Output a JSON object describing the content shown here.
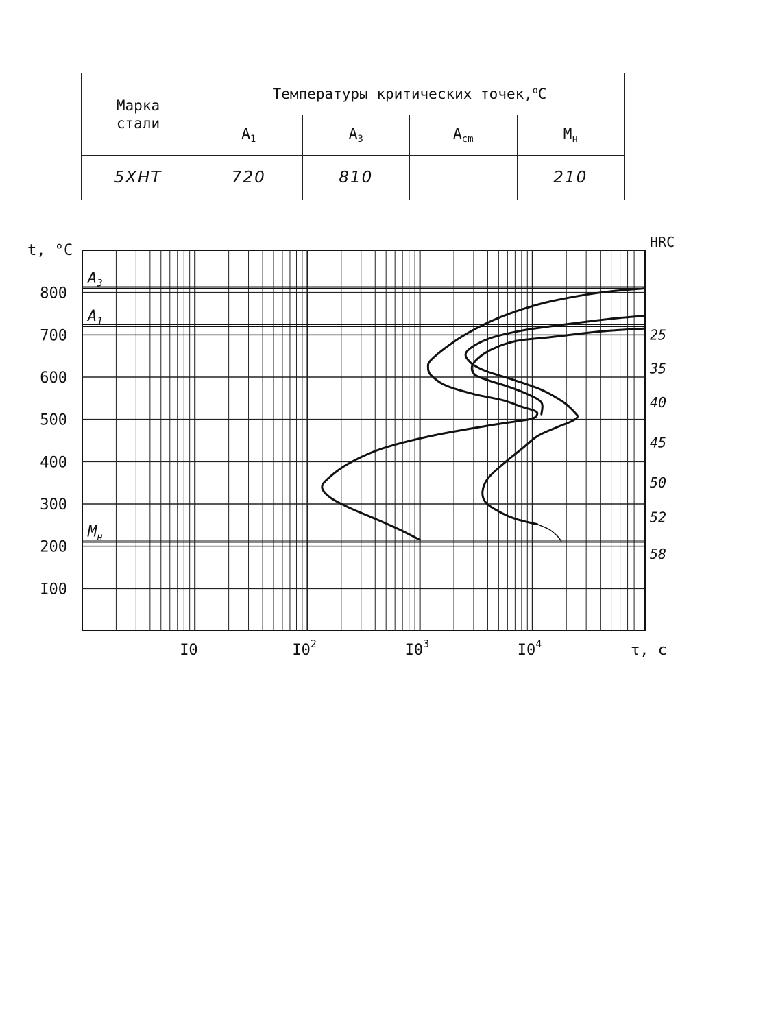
{
  "table": {
    "grade_header": "Марка стали",
    "crit_header": "Температуры критических точек,",
    "crit_unit": "С",
    "columns": [
      {
        "name": "A",
        "sub": "1"
      },
      {
        "name": "A",
        "sub": "3"
      },
      {
        "name": "A",
        "sub": "cm"
      },
      {
        "name": "M",
        "sub": "н"
      }
    ],
    "row": {
      "grade": "5XHT",
      "a1": "720",
      "a3": "810",
      "acm": "",
      "mn": "210"
    }
  },
  "chart_data": {
    "type": "line",
    "ylabel": "t, °C",
    "xlabel": "τ, c",
    "right_label": "HRC",
    "x_scale": "log",
    "xlim": [
      1,
      100000
    ],
    "ylim": [
      0,
      900
    ],
    "y_ticks": [
      {
        "v": 100,
        "label": "I00"
      },
      {
        "v": 200,
        "label": "200"
      },
      {
        "v": 300,
        "label": "300"
      },
      {
        "v": 400,
        "label": "400"
      },
      {
        "v": 500,
        "label": "500"
      },
      {
        "v": 600,
        "label": "600"
      },
      {
        "v": 700,
        "label": "700"
      },
      {
        "v": 800,
        "label": "800"
      }
    ],
    "x_ticks": [
      {
        "v": 10,
        "base": "I0",
        "exp": ""
      },
      {
        "v": 100,
        "base": "I0",
        "exp": "2"
      },
      {
        "v": 1000,
        "base": "I0",
        "exp": "3"
      },
      {
        "v": 10000,
        "base": "I0",
        "exp": "4"
      }
    ],
    "ref_lines": [
      {
        "name": "A",
        "sub": "3",
        "t": 810
      },
      {
        "name": "A",
        "sub": "1",
        "t": 720
      },
      {
        "name": "M",
        "sub": "н",
        "t": 210
      }
    ],
    "hrc_labels": [
      {
        "t": 700,
        "label": "25"
      },
      {
        "t": 620,
        "label": "35"
      },
      {
        "t": 540,
        "label": "40"
      },
      {
        "t": 445,
        "label": "45"
      },
      {
        "t": 350,
        "label": "50"
      },
      {
        "t": 268,
        "label": "52"
      },
      {
        "t": 182,
        "label": "58"
      }
    ],
    "series": [
      {
        "points": [
          [
            100000,
            810
          ],
          [
            40000,
            800
          ],
          [
            15000,
            780
          ],
          [
            8000,
            760
          ],
          [
            4500,
            735
          ],
          [
            2500,
            700
          ],
          [
            1700,
            670
          ],
          [
            1250,
            640
          ],
          [
            1180,
            625
          ],
          [
            1250,
            605
          ],
          [
            1700,
            580
          ],
          [
            3000,
            560
          ],
          [
            5500,
            545
          ],
          [
            8000,
            530
          ],
          [
            10500,
            520
          ],
          [
            11000,
            512
          ],
          [
            10000,
            502
          ],
          [
            7000,
            495
          ],
          [
            4000,
            485
          ],
          [
            1500,
            465
          ],
          [
            700,
            445
          ],
          [
            400,
            425
          ],
          [
            230,
            395
          ],
          [
            160,
            365
          ],
          [
            135,
            340
          ],
          [
            160,
            315
          ],
          [
            240,
            290
          ],
          [
            400,
            265
          ],
          [
            650,
            240
          ],
          [
            1000,
            215
          ]
        ],
        "width": 3
      },
      {
        "points": [
          [
            100000,
            745
          ],
          [
            50000,
            738
          ],
          [
            20000,
            725
          ],
          [
            8000,
            710
          ],
          [
            4000,
            690
          ],
          [
            2600,
            660
          ],
          [
            2800,
            635
          ],
          [
            3800,
            615
          ],
          [
            6500,
            595
          ],
          [
            12000,
            570
          ],
          [
            19000,
            540
          ],
          [
            24000,
            515
          ],
          [
            25000,
            505
          ],
          [
            22000,
            495
          ],
          [
            16000,
            480
          ],
          [
            11000,
            460
          ],
          [
            8000,
            430
          ],
          [
            5500,
            395
          ],
          [
            4000,
            360
          ],
          [
            3600,
            330
          ],
          [
            3800,
            305
          ],
          [
            4800,
            285
          ],
          [
            7000,
            265
          ],
          [
            11000,
            252
          ]
        ],
        "width": 3
      },
      {
        "points": [
          [
            100000,
            715
          ],
          [
            40000,
            708
          ],
          [
            15000,
            695
          ],
          [
            7000,
            685
          ],
          [
            4300,
            665
          ],
          [
            3300,
            645
          ],
          [
            2900,
            625
          ],
          [
            3100,
            605
          ],
          [
            4300,
            590
          ],
          [
            6000,
            578
          ],
          [
            9000,
            560
          ],
          [
            12000,
            540
          ],
          [
            12000,
            512
          ]
        ],
        "width": 3
      },
      {
        "points": [
          [
            11000,
            252
          ],
          [
            14000,
            240
          ],
          [
            16500,
            225
          ],
          [
            18000,
            212
          ]
        ],
        "width": 1.5
      }
    ]
  }
}
